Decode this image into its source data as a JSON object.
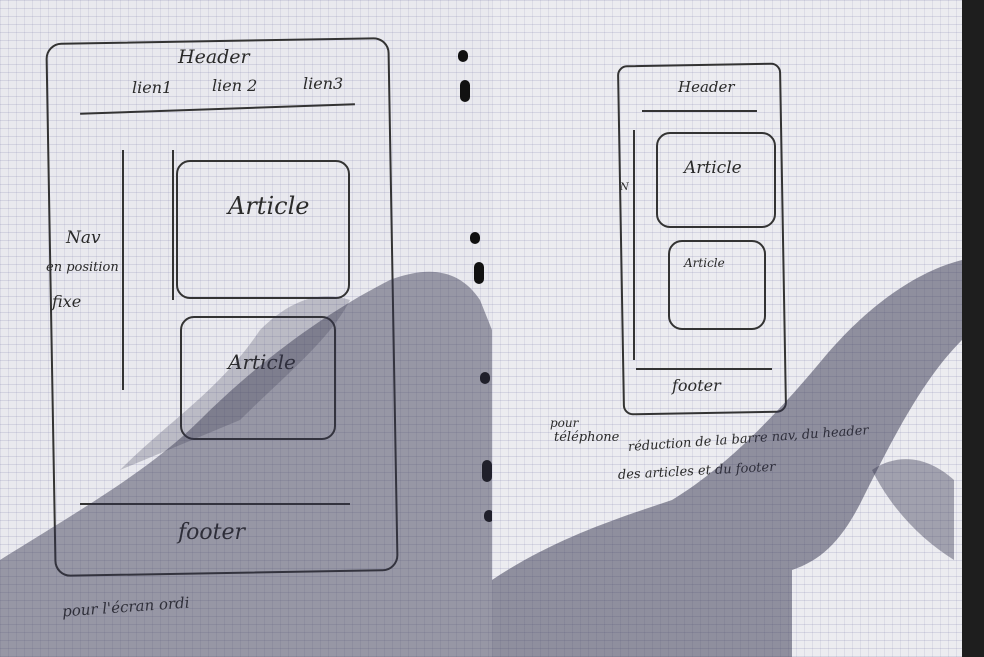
{
  "left_sketch": {
    "header": "Header",
    "links": [
      "lien1",
      "lien 2",
      "lien3"
    ],
    "nav_note": [
      "Nav",
      "en position",
      "fixe"
    ],
    "articles": [
      "Article",
      "Article"
    ],
    "footer": "footer",
    "caption": "pour l'écran ordi"
  },
  "right_sketch": {
    "header": "Header",
    "articles": [
      "Article",
      "Article"
    ],
    "footer": "footer",
    "note_label": [
      "pour",
      "téléphone"
    ],
    "note_text": [
      "réduction de la barre nav, du header",
      "des articles et du footer"
    ]
  }
}
